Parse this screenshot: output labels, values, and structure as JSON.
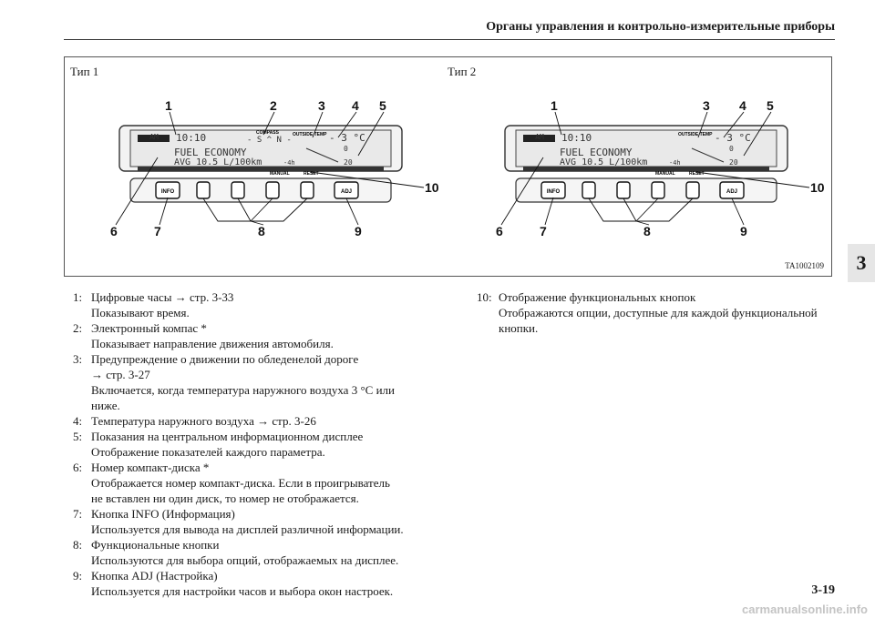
{
  "header": {
    "title": "Органы управления и контрольно-измерительные приборы"
  },
  "chapter_tab": "3",
  "figure": {
    "type1_label": "Тип 1",
    "type2_label": "Тип 2",
    "code": "TA1002109",
    "display": {
      "am": "AM",
      "clock": "10:10",
      "fuel": "FUEL ECONOMY",
      "avg": "AVG 10.5 L/100km",
      "temp": "- 3 °C",
      "compass": "COMPASS",
      "outside_temp": "OUTSIDE TEMP",
      "compass_dirs": "- S ^ N -",
      "manual": "MANUAL",
      "reset": "RESET",
      "info": "INFO",
      "adj": "ADJ",
      "zero": "0",
      "twenty": "20",
      "minus_4h": "-4h"
    },
    "type1_callouts": [
      "1",
      "2",
      "3",
      "4",
      "5",
      "6",
      "7",
      "8",
      "9",
      "10"
    ],
    "type2_callouts": [
      "1",
      "3",
      "4",
      "5",
      "6",
      "7",
      "8",
      "9",
      "10"
    ]
  },
  "items_left": [
    {
      "num": "1:",
      "lines": [
        "Цифровые часы → стр. 3-33",
        "Показывают время."
      ]
    },
    {
      "num": "2:",
      "lines": [
        "Электронный компас *",
        "Показывает направление движения автомобиля."
      ]
    },
    {
      "num": "3:",
      "lines": [
        "Предупреждение о движении по обледенелой дороге",
        "→ стр. 3-27",
        "Включается, когда температура наружного воздуха 3 °С или",
        "ниже."
      ]
    },
    {
      "num": "4:",
      "lines": [
        "Температура наружного воздуха → стр. 3-26"
      ]
    },
    {
      "num": "5:",
      "lines": [
        "Показания на центральном информационном дисплее",
        "Отображение показателей каждого параметра."
      ]
    },
    {
      "num": "6:",
      "lines": [
        "Номер компакт-диска *",
        "Отображается номер компакт-диска. Если в проигрыватель",
        "не вставлен ни один диск, то номер не отображается."
      ]
    },
    {
      "num": "7:",
      "lines": [
        "Кнопка INFO (Информация)",
        "Используется для вывода на дисплей различной информации."
      ]
    },
    {
      "num": "8:",
      "lines": [
        "Функциональные кнопки",
        "Используются для выбора опций, отображаемых на дисплее."
      ]
    },
    {
      "num": "9:",
      "lines": [
        "Кнопка ADJ (Настройка)",
        "Используется для настройки часов и выбора окон настроек."
      ]
    }
  ],
  "items_right": [
    {
      "num": "10:",
      "lines": [
        "Отображение функциональных кнопок",
        "Отображаются опции, доступные для каждой функциональной",
        "кнопки."
      ]
    }
  ],
  "page_number": "3-19",
  "watermark": "carmanualsonline.info"
}
